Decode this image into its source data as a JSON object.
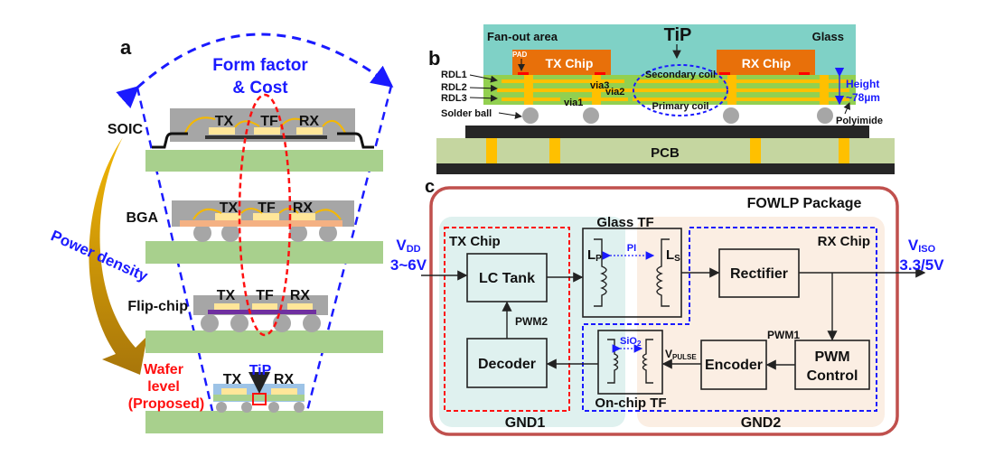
{
  "panel_a": {
    "label": "a",
    "top_label_1": "Form factor",
    "top_label_2": "& Cost",
    "side_arrow_label": "Power density",
    "packages": [
      {
        "name": "SOIC",
        "tx": "TX",
        "tf": "TF",
        "rx": "RX"
      },
      {
        "name": "BGA",
        "tx": "TX",
        "tf": "TF",
        "rx": "RX"
      },
      {
        "name": "Flip-chip",
        "tx": "TX",
        "tf": "TF",
        "rx": "RX"
      }
    ],
    "wafer": {
      "line1": "Wafer",
      "line2": "level",
      "line3": "(Proposed)",
      "tx": "TX",
      "tip": "TiP",
      "rx": "RX"
    }
  },
  "panel_b": {
    "label": "b",
    "fanout": "Fan-out area",
    "tip": "TiP",
    "glass": "Glass",
    "pad": "PAD",
    "tx_chip": "TX Chip",
    "rx_chip": "RX Chip",
    "rdl1": "RDL1",
    "rdl2": "RDL2",
    "rdl3": "RDL3",
    "solder_ball": "Solder ball",
    "via1": "via1",
    "via2": "via2",
    "via3": "via3",
    "secondary_coil": "Secondary coil",
    "primary_coil": "Primary coil",
    "height_1": "Height",
    "height_2": "~78µm",
    "polyimide": "Polyimide",
    "pcb": "PCB"
  },
  "panel_c": {
    "label": "c",
    "package": "FOWLP Package",
    "glass_tf": "Glass TF",
    "tx_chip": "TX Chip",
    "rx_chip": "RX Chip",
    "vdd": "V",
    "vdd_sub": "DD",
    "vdd_range": "3~6V",
    "viso": "V",
    "viso_sub": "ISO",
    "viso_range": "3.3/5V",
    "lc_tank": "LC Tank",
    "decoder": "Decoder",
    "rectifier": "Rectifier",
    "pwm_control_1": "PWM",
    "pwm_control_2": "Control",
    "encoder": "Encoder",
    "pwm1": "PWM1",
    "pwm2": "PWM2",
    "vpulse": "V",
    "vpulse_sub": "PULSE",
    "lp": "L",
    "lp_sub": "P",
    "ls": "L",
    "ls_sub": "S",
    "pi": "PI",
    "sio2": "SiO",
    "sio2_sub": "2",
    "onchip_tf": "On-chip TF",
    "gnd1": "GND1",
    "gnd2": "GND2"
  },
  "colors": {
    "accent_blue": "#1a1aff",
    "accent_red": "#ff1010",
    "pcb_green": "#a8d08d",
    "glass_teal": "#7fd1c6",
    "chip_orange": "#e8700a",
    "package_border": "#c0504d"
  }
}
